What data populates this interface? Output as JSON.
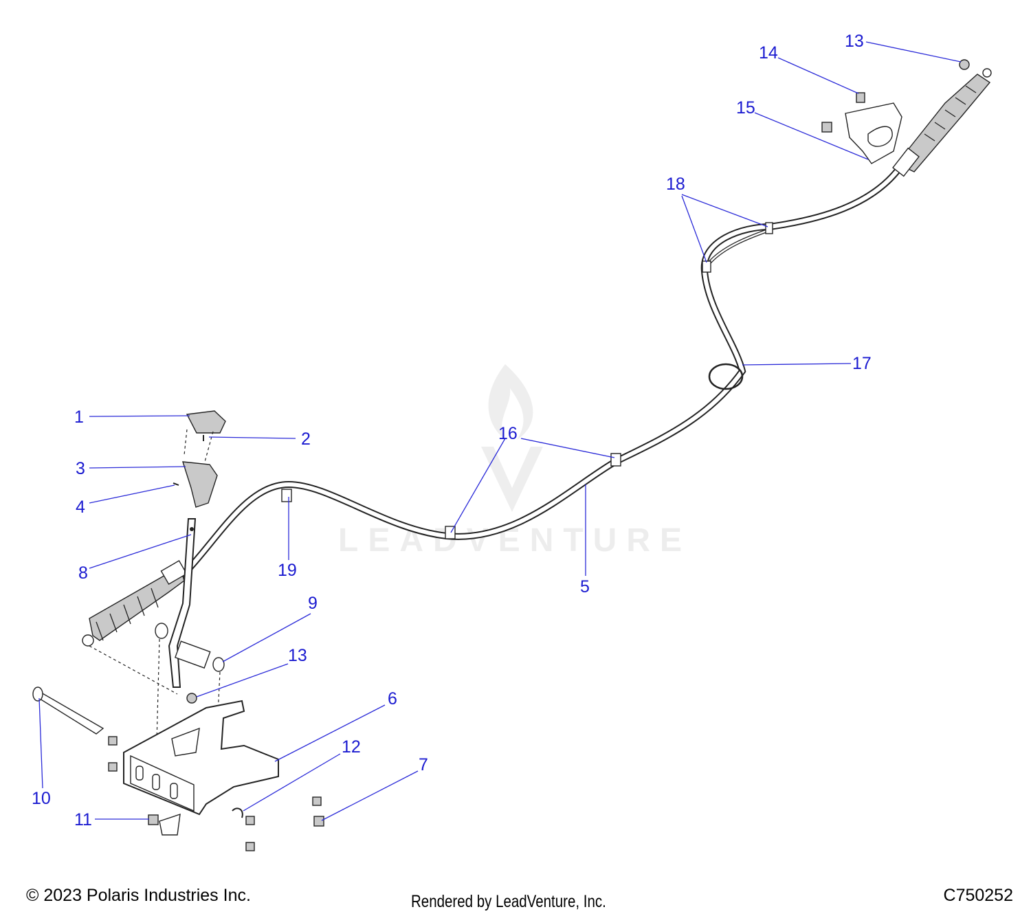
{
  "diagram": {
    "callouts": [
      {
        "id": "1",
        "text": "1"
      },
      {
        "id": "2",
        "text": "2"
      },
      {
        "id": "3",
        "text": "3"
      },
      {
        "id": "4",
        "text": "4"
      },
      {
        "id": "5",
        "text": "5"
      },
      {
        "id": "6",
        "text": "6"
      },
      {
        "id": "7",
        "text": "7"
      },
      {
        "id": "8",
        "text": "8"
      },
      {
        "id": "9",
        "text": "9"
      },
      {
        "id": "10",
        "text": "10"
      },
      {
        "id": "11",
        "text": "11"
      },
      {
        "id": "12",
        "text": "12"
      },
      {
        "id": "13a",
        "text": "13"
      },
      {
        "id": "13b",
        "text": "13"
      },
      {
        "id": "14",
        "text": "14"
      },
      {
        "id": "15",
        "text": "15"
      },
      {
        "id": "16",
        "text": "16"
      },
      {
        "id": "17",
        "text": "17"
      },
      {
        "id": "18",
        "text": "18"
      },
      {
        "id": "19",
        "text": "19"
      }
    ],
    "watermark": "LEADVENTURE",
    "colors": {
      "callout": "#1a1ad0",
      "line": "#222222",
      "watermark": "#ededed"
    }
  },
  "footer": {
    "copyright": "© 2023 Polaris Industries Inc.",
    "rendered_by": "Rendered by LeadVenture, Inc.",
    "diagram_code": "C750252"
  }
}
